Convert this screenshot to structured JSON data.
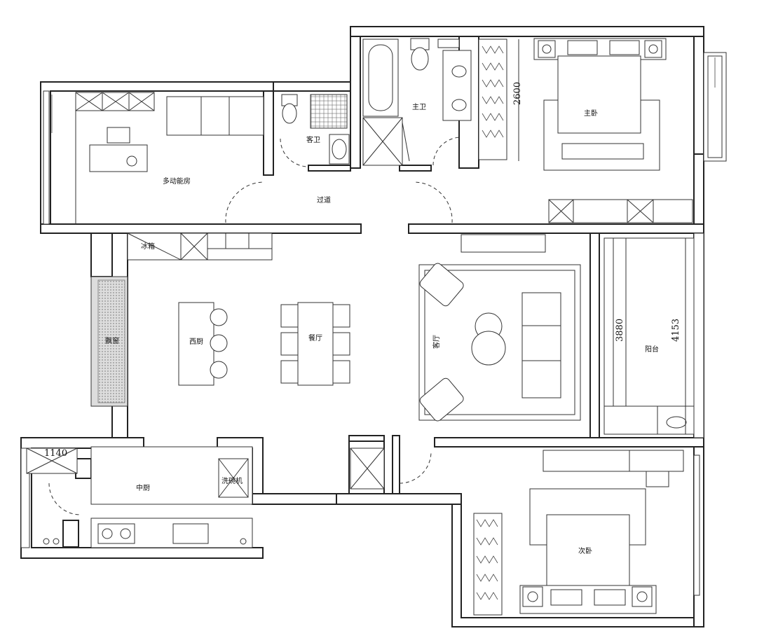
{
  "rooms": {
    "multi_room": "多动能房",
    "guest_bath": "客卫",
    "master_bath": "主卫",
    "master_bed": "主卧",
    "corridor": "过道",
    "fridge": "冰箱",
    "bay_window": "飘窗",
    "western_kitchen": "西厨",
    "dining": "餐厅",
    "living": "客厅",
    "balcony": "阳台",
    "chinese_kitchen": "中厨",
    "washer": "洗碗机",
    "second_bed": "次卧"
  },
  "dimensions": {
    "wardrobe_height": "2600",
    "balcony_inner": "3880",
    "balcony_outer": "4153",
    "kitchen_width": "1140"
  }
}
